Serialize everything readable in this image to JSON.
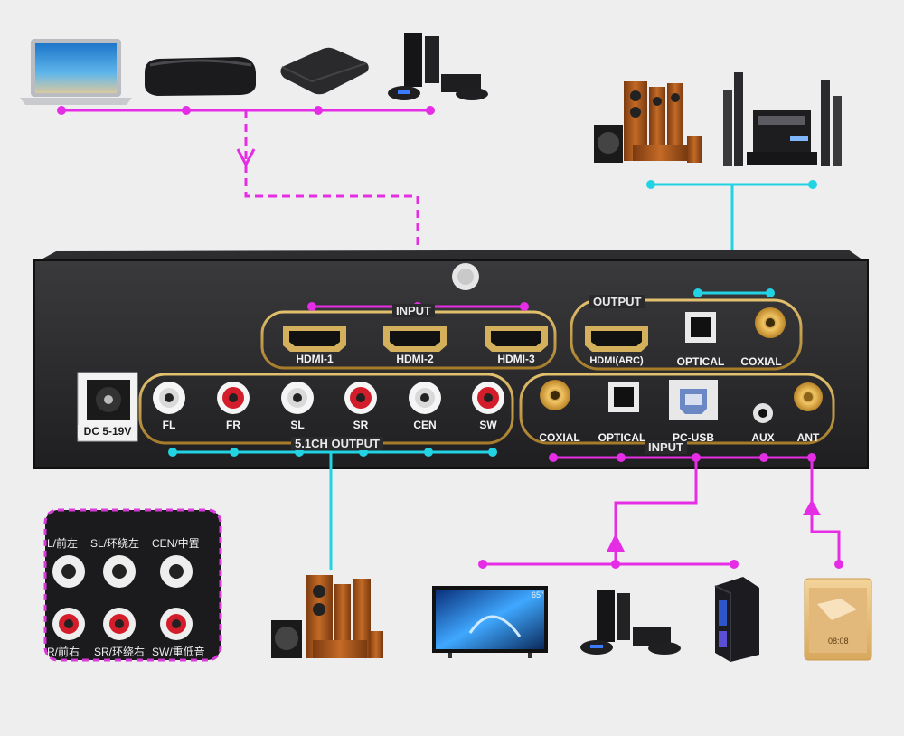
{
  "panel": {
    "input_hdmi_group": "INPUT",
    "output_group": "OUTPUT",
    "output_51_group": "5.1CH OUTPUT",
    "input_bottom_group": "INPUT",
    "dc_label": "DC 5-19V",
    "hdmi_inputs": [
      "HDMI-1",
      "HDMI-2",
      "HDMI-3"
    ],
    "outputs": [
      "HDMI(ARC)",
      "OPTICAL",
      "COXIAL"
    ],
    "rca_outputs": [
      "FL",
      "FR",
      "SL",
      "SR",
      "CEN",
      "SW"
    ],
    "bottom_inputs": [
      "COXIAL",
      "OPTICAL",
      "PC-USB",
      "AUX",
      "ANT"
    ]
  },
  "zoom_inset": {
    "labels": [
      "L/前左",
      "SL/环绕左",
      "CEN/中置",
      "R/前右",
      "SR/环绕右",
      "SW/重低音"
    ]
  },
  "tv_screen_text": "65\"",
  "phone_time": "08:08",
  "colors": {
    "magenta_line": "#e62de6",
    "cyan_line": "#22d3e3",
    "gold_frame": "#c9a04a",
    "panel_body": "#2a2a2c"
  },
  "icons": {
    "top_sources": [
      "laptop-icon",
      "tv-box-icon",
      "media-box-icon",
      "game-console-icon"
    ],
    "top_right_outputs": [
      "speaker-set-icon",
      "home-theater-icon"
    ],
    "bottom_devices": [
      "speaker-set-icon",
      "tv-icon",
      "game-console-icon",
      "pc-tower-icon",
      "smartphone-icon"
    ]
  }
}
